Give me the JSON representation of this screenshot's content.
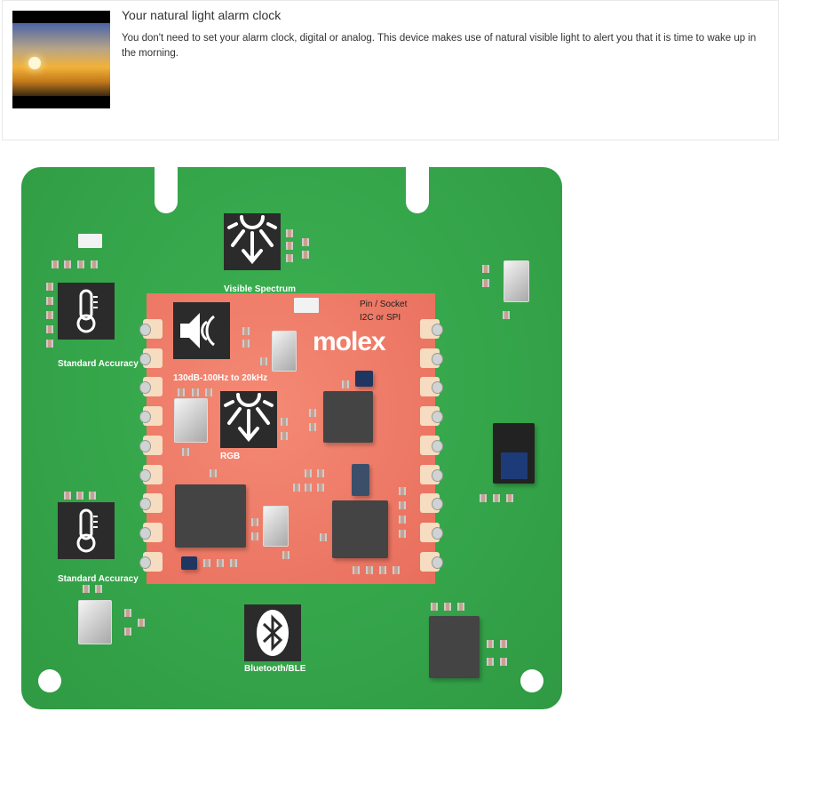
{
  "card": {
    "title": "Your natural light alarm clock",
    "description": "You don't need to set your alarm clock, digital or analog.  This device makes use of natural visible light to alert you that it is time to wake up in the morning."
  },
  "board": {
    "brand": "molex",
    "pin_socket_line1": "Pin / Socket",
    "pin_socket_line2": "I2C or SPI",
    "labels": {
      "temp1": "Standard Accuracy",
      "temp2": "Standard Accuracy",
      "visible": "Visible Spectrum",
      "speaker": "130dB-100Hz to 20kHz",
      "rgb": "RGB",
      "bluetooth": "Bluetooth/BLE"
    }
  },
  "colors": {
    "pcb": "#34a34a",
    "module": "#ef7b68",
    "icon_bg": "#2b2b2b"
  }
}
